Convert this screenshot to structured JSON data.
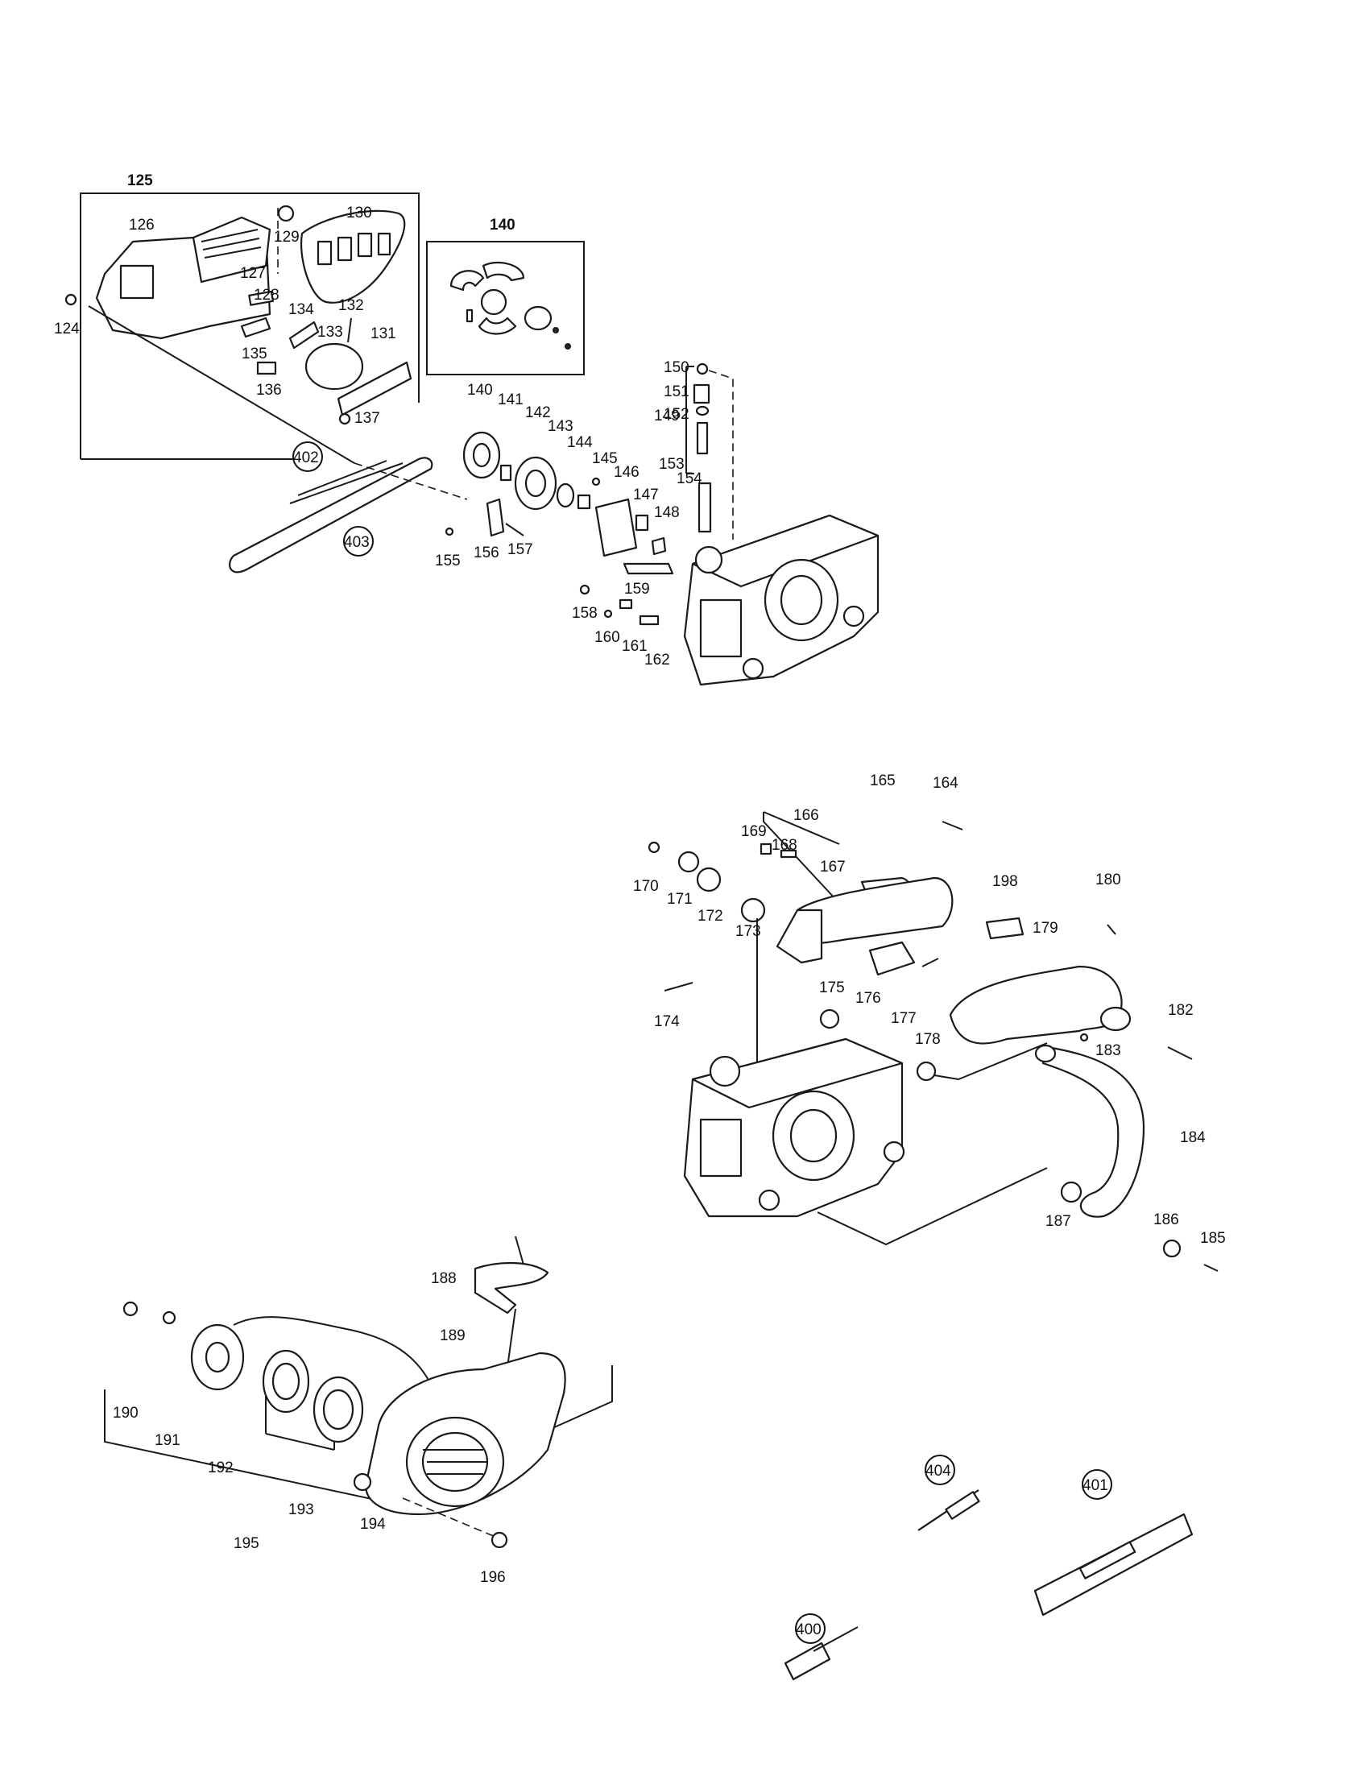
{
  "labels": {
    "p124": "124",
    "p125": "125",
    "p126": "126",
    "p127": "127",
    "p128": "128",
    "p129": "129",
    "p130": "130",
    "p131": "131",
    "p132": "132",
    "p133": "133",
    "p134": "134",
    "p135": "135",
    "p136": "136",
    "p137": "137",
    "p140a": "140",
    "p140b": "140",
    "p141": "141",
    "p142": "142",
    "p143": "143",
    "p144": "144",
    "p145": "145",
    "p146": "146",
    "p147": "147",
    "p148": "148",
    "p149": "149",
    "p150": "150",
    "p151": "151",
    "p152": "152",
    "p153": "153",
    "p154": "154",
    "p155": "155",
    "p156": "156",
    "p157": "157",
    "p158": "158",
    "p159": "159",
    "p160": "160",
    "p161": "161",
    "p162": "162",
    "p164": "164",
    "p165": "165",
    "p166": "166",
    "p167": "167",
    "p168": "168",
    "p169": "169",
    "p170": "170",
    "p171": "171",
    "p172": "172",
    "p173": "173",
    "p174": "174",
    "p175": "175",
    "p176": "176",
    "p177": "177",
    "p178": "178",
    "p179": "179",
    "p180": "180",
    "p182": "182",
    "p183": "183",
    "p184": "184",
    "p185": "185",
    "p186": "186",
    "p187": "187",
    "p188": "188",
    "p189": "189",
    "p190": "190",
    "p191": "191",
    "p192": "192",
    "p193": "193",
    "p194": "194",
    "p195": "195",
    "p196": "196",
    "p198": "198",
    "p400": "400",
    "p401": "401",
    "p402": "402",
    "p403": "403",
    "p404": "404"
  }
}
